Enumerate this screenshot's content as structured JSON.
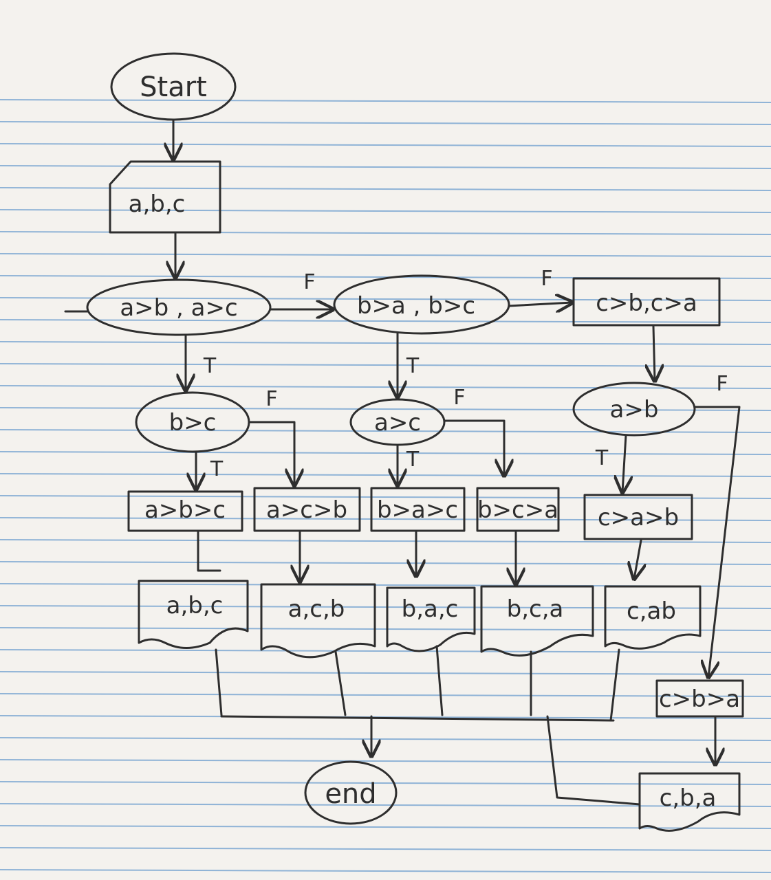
{
  "nodes": {
    "start": "Start",
    "input": "a,b,c",
    "cond1": "a>b , a>c",
    "cond2": "b>a , b>c",
    "proc_c": "c>b,c>a",
    "cond_bc": "b>c",
    "cond_ac": "a>c",
    "cond_ab": "a>b",
    "r_abc": "a>b>c",
    "r_acb": "a>c>b",
    "r_bac": "b>a>c",
    "r_bca": "b>c>a",
    "r_cab": "c>a>b",
    "r_cba": "c>b>a",
    "o_abc": "a,b,c",
    "o_acb": "a,c,b",
    "o_bac": "b,a,c",
    "o_bca": "b,c,a",
    "o_cab": "c,ab",
    "o_cba": "c,b,a",
    "end": "end"
  },
  "edge_labels": {
    "true": "T",
    "false": "F"
  },
  "colors": {
    "paper": "#f4f2ee",
    "ruled_line": "#8fb3d6",
    "ink": "#2e2e2e"
  }
}
